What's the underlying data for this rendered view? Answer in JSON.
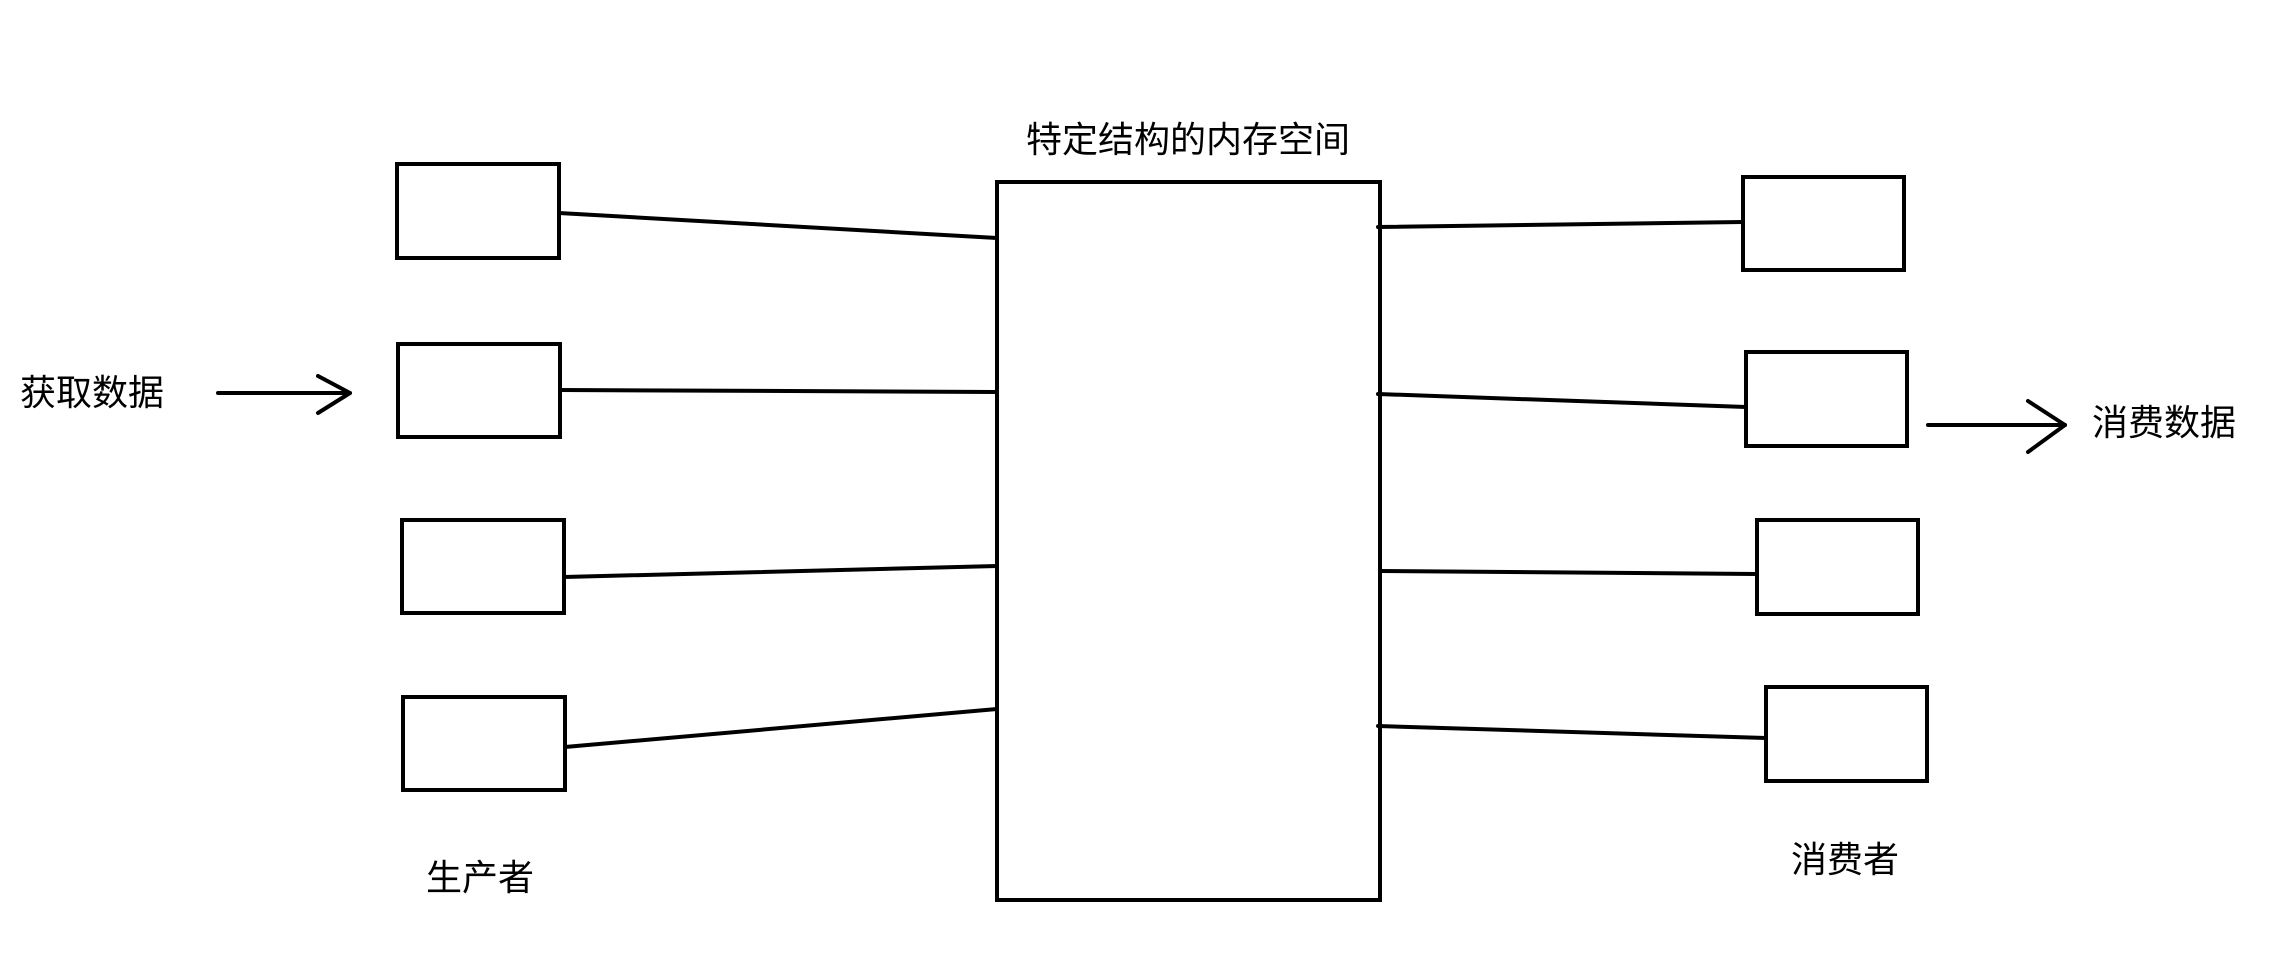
{
  "diagram": {
    "memory_label": "特定结构的内存空间",
    "producers_label": "生产者",
    "consumers_label": "消费者",
    "input_label": "获取数据",
    "output_label": "消费数据"
  },
  "colors": {
    "stroke": "#000000",
    "background": "#ffffff"
  }
}
